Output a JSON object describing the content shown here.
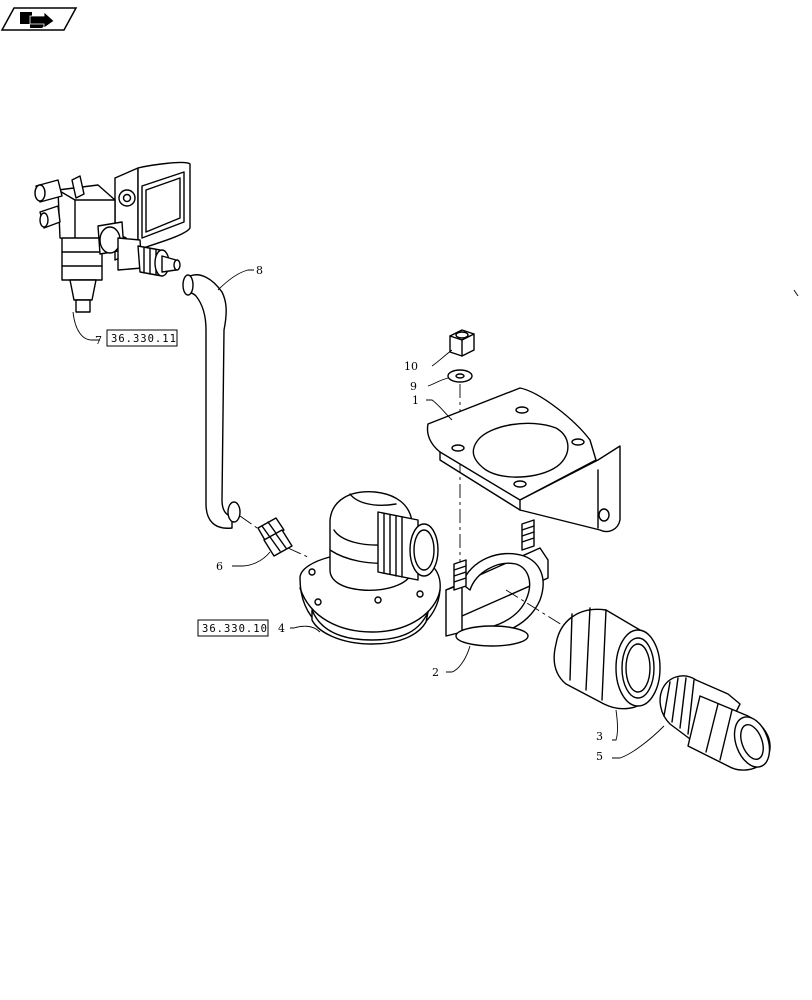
{
  "nav": {
    "icon": "next-page-arrow-icon"
  },
  "part_labels": {
    "p1": "1",
    "p2": "2",
    "p3": "3",
    "p4": "4",
    "p5": "5",
    "p6": "6",
    "p7": "7",
    "p8": "8",
    "p9": "9",
    "p10": "10"
  },
  "references": {
    "ref_36_330_11": "36.330.11",
    "ref_36_330_10": "36.330.10"
  }
}
